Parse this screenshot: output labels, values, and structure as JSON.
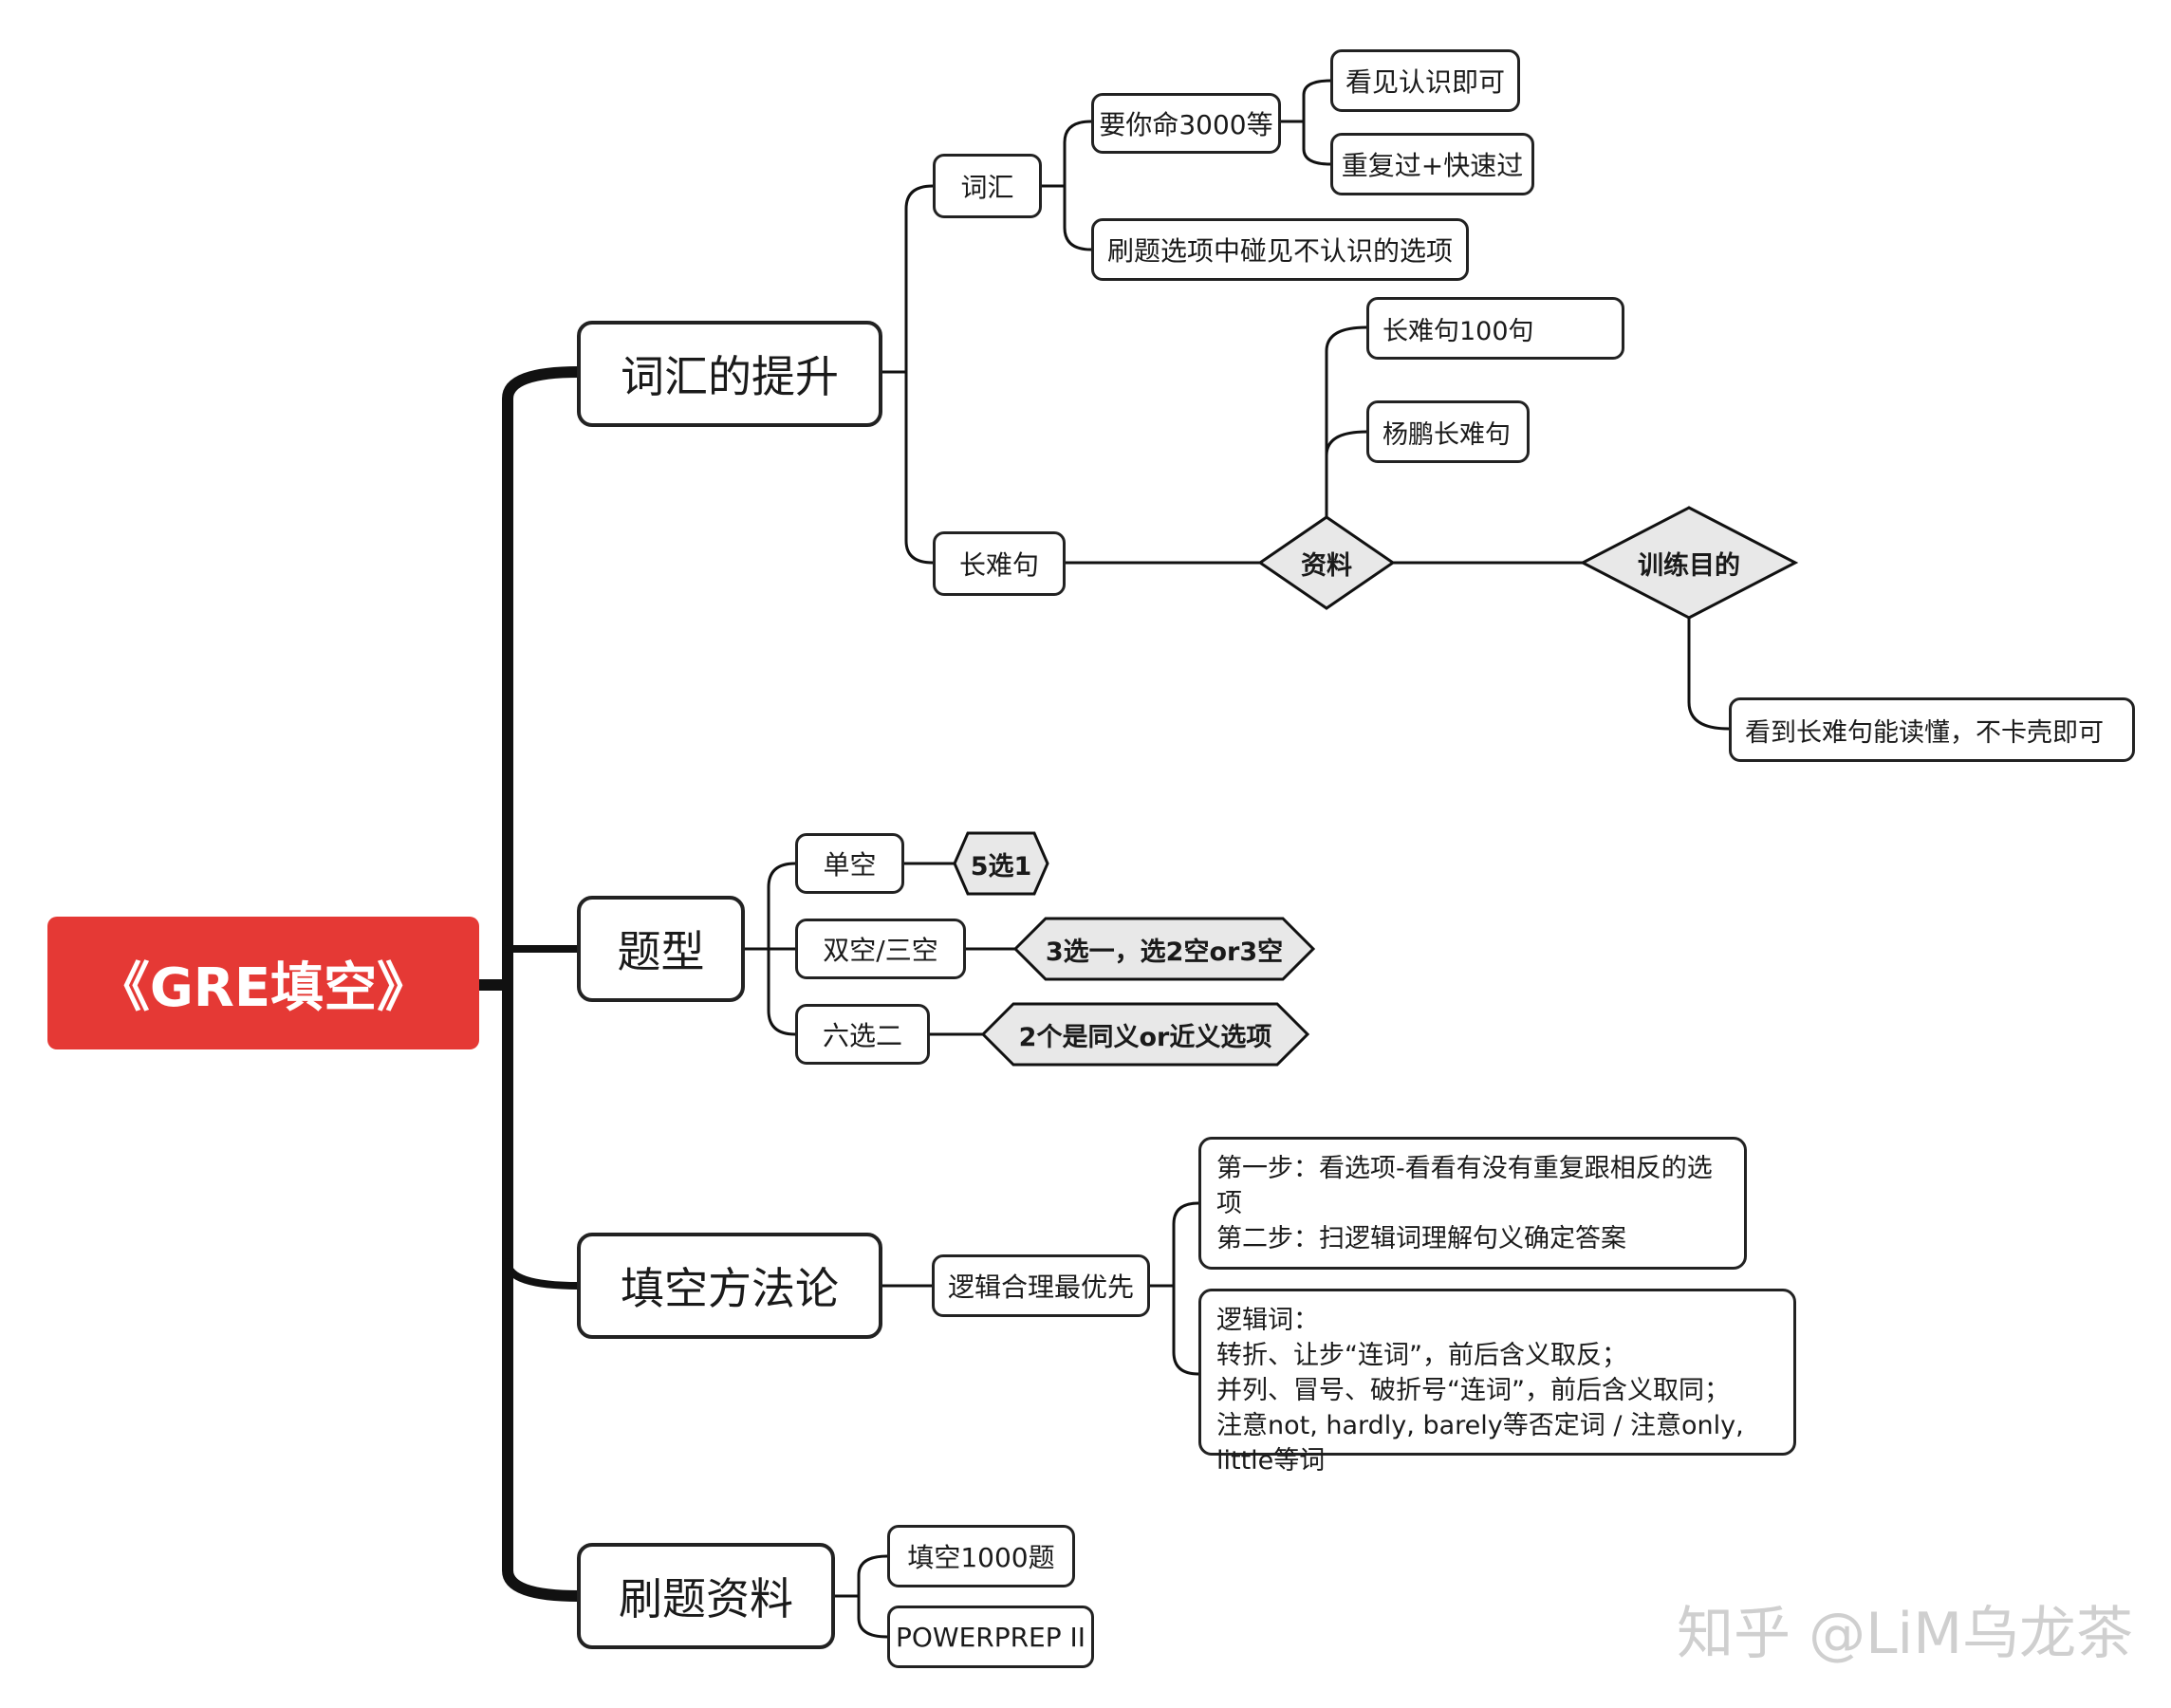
{
  "root": "《GRE填空》",
  "branches": {
    "vocab": {
      "title": "词汇的提升",
      "cihui": {
        "label": "词汇",
        "yaoni": {
          "label": "要你命3000等",
          "children": [
            "看见认识即可",
            "重复过+快速过"
          ]
        },
        "shuati": "刷题选项中碰见不认识的选项"
      },
      "changnan": {
        "label": "长难句",
        "ziliao": {
          "label": "资料",
          "children": [
            "长难句100句",
            "杨鹏长难句"
          ]
        },
        "mudi": {
          "label": "训练目的",
          "child": "看到长难句能读懂，不卡壳即可"
        }
      }
    },
    "types": {
      "title": "题型",
      "items": [
        {
          "label": "单空",
          "note": "5选1"
        },
        {
          "label": "双空/三空",
          "note": "3选一，选2空or3空"
        },
        {
          "label": "六选二",
          "note": "2个是同义or近义选项"
        }
      ]
    },
    "method": {
      "title": "填空方法论",
      "sub": "逻辑合理最优先",
      "steps": [
        "第一步：看选项-看看有没有重复跟相反的选",
        "项",
        "第二步：扫逻辑词理解句义确定答案"
      ],
      "logic": [
        "逻辑词：",
        " 转折、让步“连词”，前后含义取反；",
        "并列、冒号、破折号“连词”，前后含义取同；",
        "注意not, hardly, barely等否定词 / 注意only, little等词"
      ]
    },
    "materials": {
      "title": "刷题资料",
      "items": [
        "填空1000题",
        "POWERPREP II"
      ]
    }
  },
  "watermark": "知乎 @LiM乌龙茶",
  "colors": {
    "root": "#e53935",
    "line": "#111111",
    "shape_fill": "#e8e8e8"
  }
}
